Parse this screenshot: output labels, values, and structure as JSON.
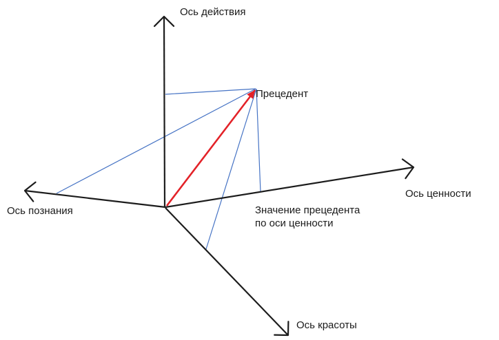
{
  "diagram": {
    "colors": {
      "axis": "#1c1c1c",
      "vector": "#e32228",
      "projection": "#4472c4",
      "background": "#ffffff",
      "text": "#1a1a1a"
    },
    "labels": {
      "axis_action": "Ось действия",
      "axis_value": "Ось ценности",
      "axis_cognition": "Ось познания",
      "axis_beauty": "Ось красоты",
      "vector": "Прецедент",
      "annotation_line1": "Значение прецедента",
      "annotation_line2": "по оси ценности"
    }
  }
}
